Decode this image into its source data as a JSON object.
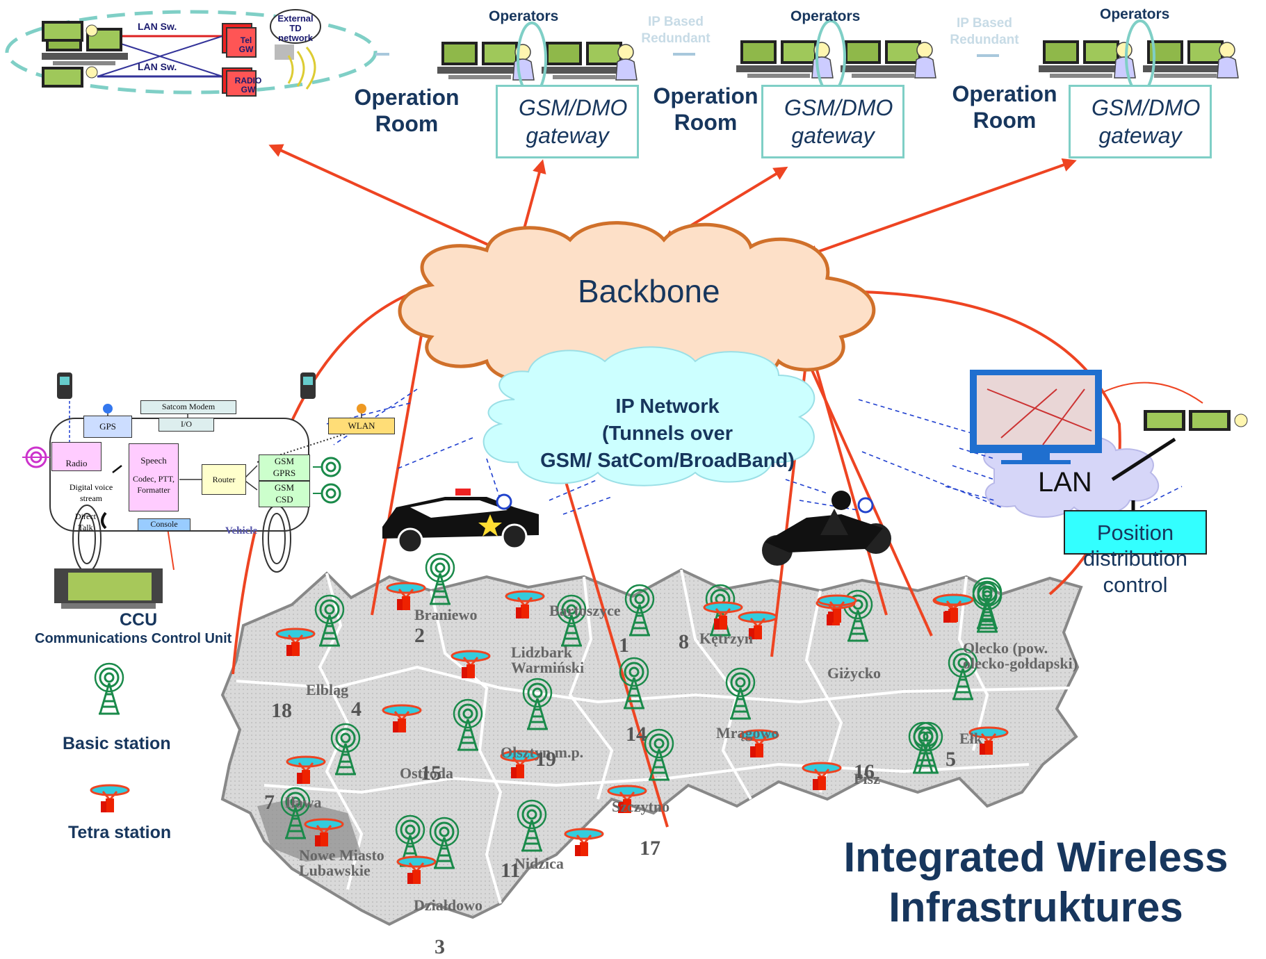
{
  "colors": {
    "navy": "#17365d",
    "link_red": "#ee4422",
    "gateway_border": "#7fcfc6",
    "backbone_fill": "#fde0c8",
    "ipnet_fill": "#ccffff",
    "lan_fill": "#d6d6f8",
    "position_fill": "#33ffff",
    "dashed_link": "#1f3fcf"
  },
  "top_left_network": {
    "lan_switch_1": "LAN Sw.",
    "lan_switch_2": "LAN Sw.",
    "external_td_network": "External TD network",
    "tel_gw": "Tel GW",
    "radio_gw": "RADIO GW"
  },
  "operation_rooms": [
    {
      "operators": "Operators",
      "room": "Operation Room",
      "gateway": "GSM/DMO gateway"
    },
    {
      "operators": "Operators",
      "room": "Operation Room",
      "gateway": "GSM/DMO gateway"
    },
    {
      "operators": "Operators",
      "room": "Operation Room",
      "gateway": "GSM/DMO gateway"
    }
  ],
  "ip_redundant_labels": [
    "IP Based Redundant",
    "IP Based Redundant"
  ],
  "backbone": "Backbone",
  "ip_network": [
    "IP Network",
    "(Tunnels over",
    "GSM/ SatCom/BroadBand)"
  ],
  "lan": "LAN",
  "position_control": {
    "box_text": "Position",
    "rest": [
      "distribution",
      "control"
    ]
  },
  "ccu": {
    "satcom_modem": "Satcom Modem",
    "io": "I/O",
    "gps": "GPS",
    "wlan": "WLAN",
    "radio": "Radio",
    "speech": "Speech",
    "codec": "Codec, PTT, Formatter",
    "router": "Router",
    "gsm_gprs": [
      "GSM",
      "GPRS"
    ],
    "gsm_csd": [
      "GSM",
      "CSD"
    ],
    "digital_voice": "Digital voice stream",
    "direct_talk": "Direct Talk",
    "console": "Console",
    "vehicle": "Vehicle",
    "label": "CCU",
    "label_full": "Communications Control Unit"
  },
  "legend": {
    "basic_station": "Basic station",
    "tetra_station": "Tetra station"
  },
  "map": {
    "districts": [
      {
        "num": "2",
        "name": "Braniewo"
      },
      {
        "num": "",
        "name": "Bartoszyce"
      },
      {
        "num": "1",
        "name": ""
      },
      {
        "num": "18",
        "name": "Elbląg"
      },
      {
        "num": "",
        "name": "Lidzbark Warmiński"
      },
      {
        "num": "8",
        "name": "Kętrzyn"
      },
      {
        "num": "",
        "name": "Giżycko"
      },
      {
        "num": "",
        "name": "Olecko (pow. olecko-gołdapski)"
      },
      {
        "num": "4",
        "name": ""
      },
      {
        "num": "14",
        "name": ""
      },
      {
        "num": "",
        "name": "Mrągowo"
      },
      {
        "num": "5",
        "name": "Ełk"
      },
      {
        "num": "15",
        "name": "Ostróda"
      },
      {
        "num": "19",
        "name": "Olsztyn m.p."
      },
      {
        "num": "16",
        "name": "Pisz"
      },
      {
        "num": "7",
        "name": "Iława"
      },
      {
        "num": "17",
        "name": "Szczytno"
      },
      {
        "num": "",
        "name": "Nowe Miasto Lubawskie"
      },
      {
        "num": "11",
        "name": "Nidzica"
      },
      {
        "num": "3",
        "name": "Działdowo"
      }
    ]
  },
  "title": [
    "Integrated Wireless",
    "Infrastruktures"
  ]
}
